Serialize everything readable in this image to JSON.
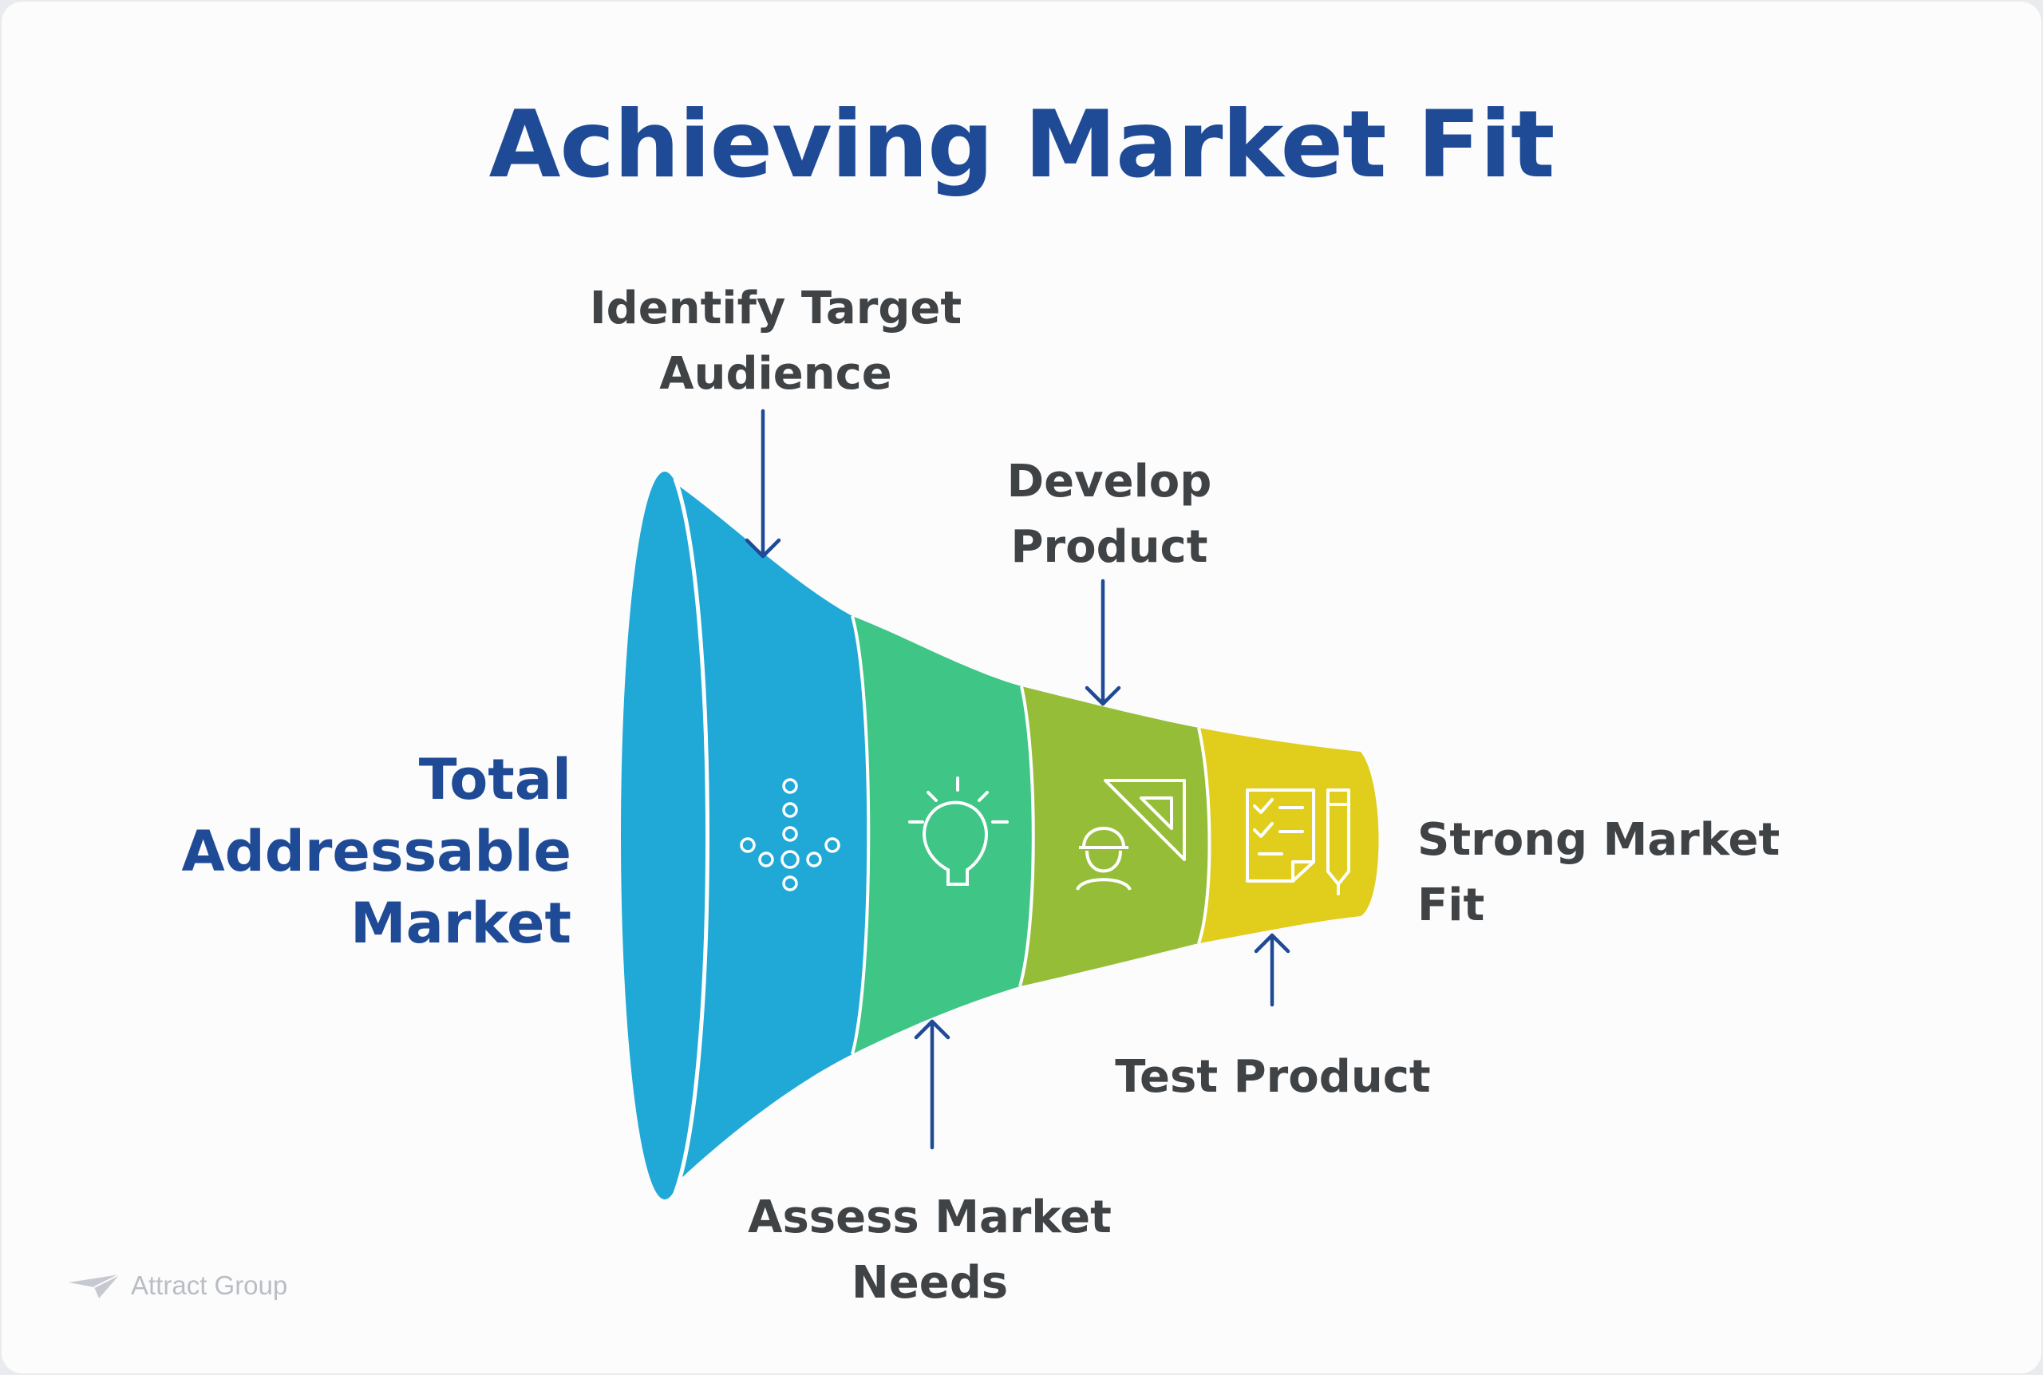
{
  "title": "Achieving Market Fit",
  "start_label": [
    "Total",
    "Addressable",
    "Market"
  ],
  "end_label": "Strong Market Fit",
  "stages": [
    {
      "label": [
        "Identify Target",
        "Audience"
      ],
      "icon": "funnel-dots-icon",
      "color": "#20a9d6",
      "position": "top"
    },
    {
      "label": [
        "Assess Market",
        "Needs"
      ],
      "icon": "lightbulb-icon",
      "color": "#3fc585",
      "position": "bottom"
    },
    {
      "label": [
        "Develop",
        "Product"
      ],
      "icon": "engineer-ruler-icon",
      "color": "#95bd38",
      "position": "top"
    },
    {
      "label": [
        "Test Product"
      ],
      "icon": "checklist-pen-icon",
      "color": "#e0cd1c",
      "position": "bottom"
    }
  ],
  "colors": {
    "title": "#1f4a96",
    "arrow": "#1f4a96",
    "text": "#3f4346"
  },
  "logo_text": "Attract Group"
}
